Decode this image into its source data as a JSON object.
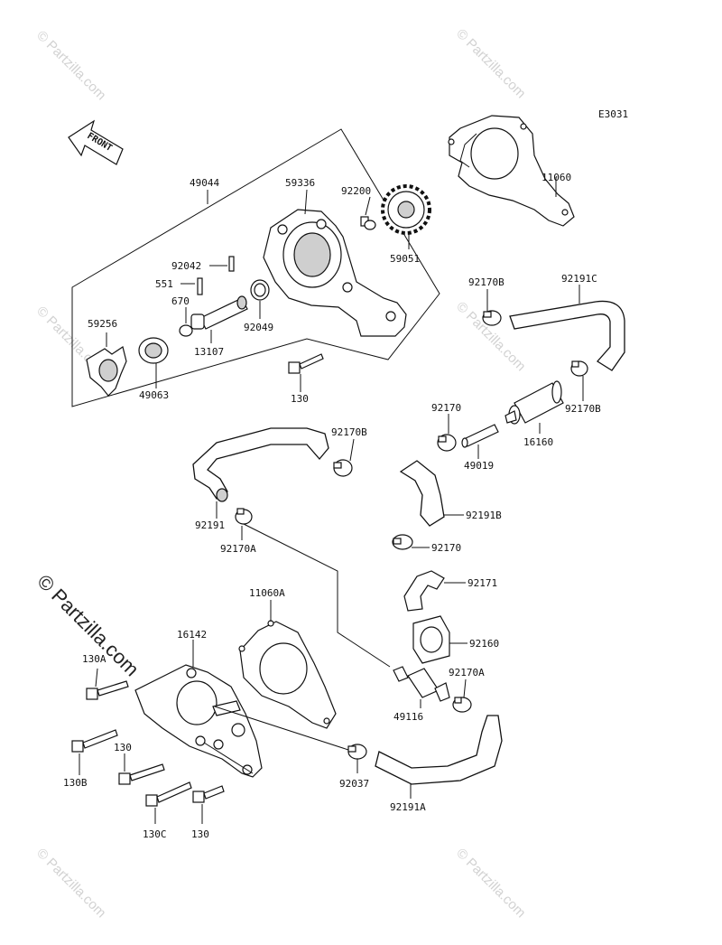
{
  "diagram": {
    "code": "E3031",
    "front_label": "FRONT",
    "watermark": "© Partzilla.com",
    "labels": {
      "p49044": "49044",
      "p59336": "59336",
      "p92200": "92200",
      "p59051": "59051",
      "p11060": "11060",
      "p92042": "92042",
      "p551": "551",
      "p670": "670",
      "p13107": "13107",
      "p92049": "92049",
      "p59256": "59256",
      "p49063": "49063",
      "p130": "130",
      "p92170B_1": "92170B",
      "p92191C": "92191C",
      "p92170B_2": "92170B",
      "p92170_1": "92170",
      "p16160": "16160",
      "p49019": "49019",
      "p92170B_3": "92170B",
      "p92191": "92191",
      "p92170A_1": "92170A",
      "p92191B": "92191B",
      "p92170_2": "92170",
      "p92171": "92171",
      "p11060A": "11060A",
      "p16142": "16142",
      "p92160": "92160",
      "p130A": "130A",
      "p92170A_2": "92170A",
      "p49116": "49116",
      "p130_2": "130",
      "p130B": "130B",
      "p92037": "92037",
      "p92191A": "92191A",
      "p130C": "130C",
      "p130_3": "130"
    }
  }
}
